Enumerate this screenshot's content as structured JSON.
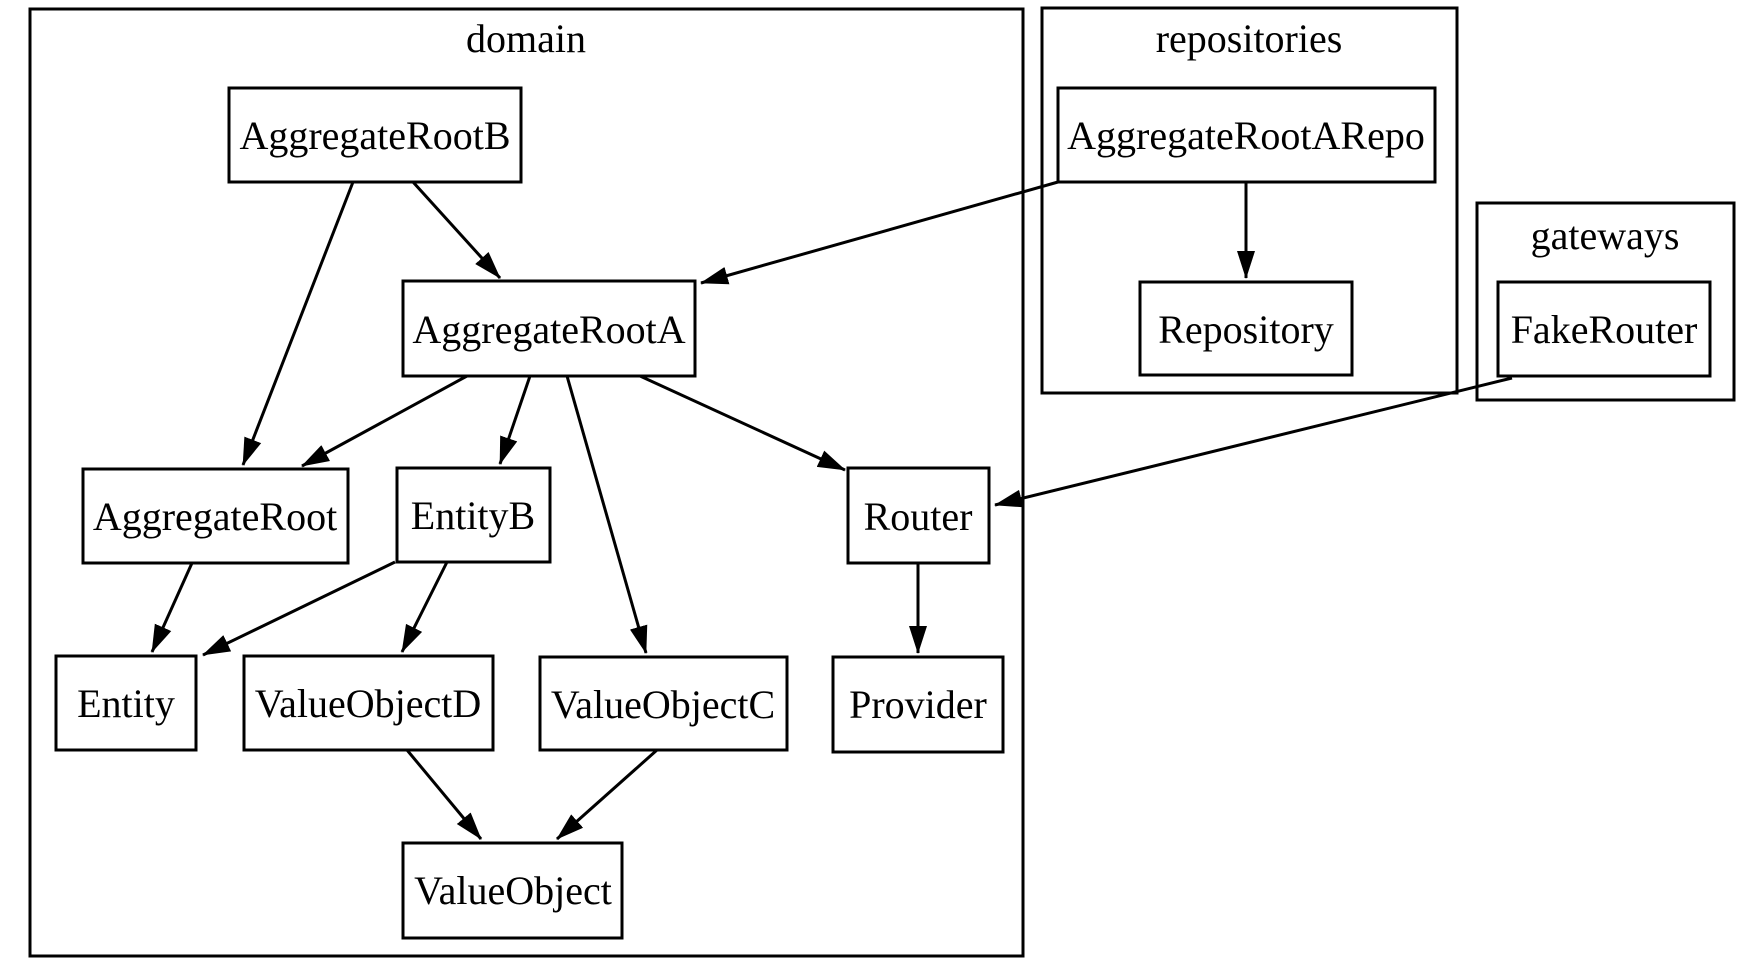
{
  "diagram": {
    "type": "dependency-graph",
    "background_color": "#ffffff",
    "line_color": "#000000",
    "node_fill_color": "#ffffff",
    "clusters": [
      {
        "id": "domain",
        "label": "domain"
      },
      {
        "id": "repositories",
        "label": "repositories"
      },
      {
        "id": "gateways",
        "label": "gateways"
      }
    ],
    "nodes": [
      {
        "id": "AggregateRootB",
        "label": "AggregateRootB",
        "cluster": "domain"
      },
      {
        "id": "AggregateRootARepo",
        "label": "AggregateRootARepo",
        "cluster": "repositories"
      },
      {
        "id": "AggregateRootA",
        "label": "AggregateRootA",
        "cluster": "domain"
      },
      {
        "id": "Repository",
        "label": "Repository",
        "cluster": "repositories"
      },
      {
        "id": "FakeRouter",
        "label": "FakeRouter",
        "cluster": "gateways"
      },
      {
        "id": "AggregateRoot",
        "label": "AggregateRoot",
        "cluster": "domain"
      },
      {
        "id": "EntityB",
        "label": "EntityB",
        "cluster": "domain"
      },
      {
        "id": "Router",
        "label": "Router",
        "cluster": "domain"
      },
      {
        "id": "Entity",
        "label": "Entity",
        "cluster": "domain"
      },
      {
        "id": "ValueObjectD",
        "label": "ValueObjectD",
        "cluster": "domain"
      },
      {
        "id": "ValueObjectC",
        "label": "ValueObjectC",
        "cluster": "domain"
      },
      {
        "id": "Provider",
        "label": "Provider",
        "cluster": "domain"
      },
      {
        "id": "ValueObject",
        "label": "ValueObject",
        "cluster": "domain"
      }
    ],
    "edges": [
      {
        "from": "AggregateRootB",
        "to": "AggregateRootA"
      },
      {
        "from": "AggregateRootB",
        "to": "AggregateRoot"
      },
      {
        "from": "AggregateRootA",
        "to": "AggregateRoot"
      },
      {
        "from": "AggregateRootA",
        "to": "EntityB"
      },
      {
        "from": "AggregateRootA",
        "to": "ValueObjectC"
      },
      {
        "from": "AggregateRootA",
        "to": "Router"
      },
      {
        "from": "AggregateRoot",
        "to": "Entity"
      },
      {
        "from": "EntityB",
        "to": "Entity"
      },
      {
        "from": "EntityB",
        "to": "ValueObjectD"
      },
      {
        "from": "ValueObjectD",
        "to": "ValueObject"
      },
      {
        "from": "ValueObjectC",
        "to": "ValueObject"
      },
      {
        "from": "Router",
        "to": "Provider"
      },
      {
        "from": "AggregateRootARepo",
        "to": "Repository"
      },
      {
        "from": "AggregateRootARepo",
        "to": "AggregateRootA"
      },
      {
        "from": "FakeRouter",
        "to": "Router"
      }
    ]
  }
}
